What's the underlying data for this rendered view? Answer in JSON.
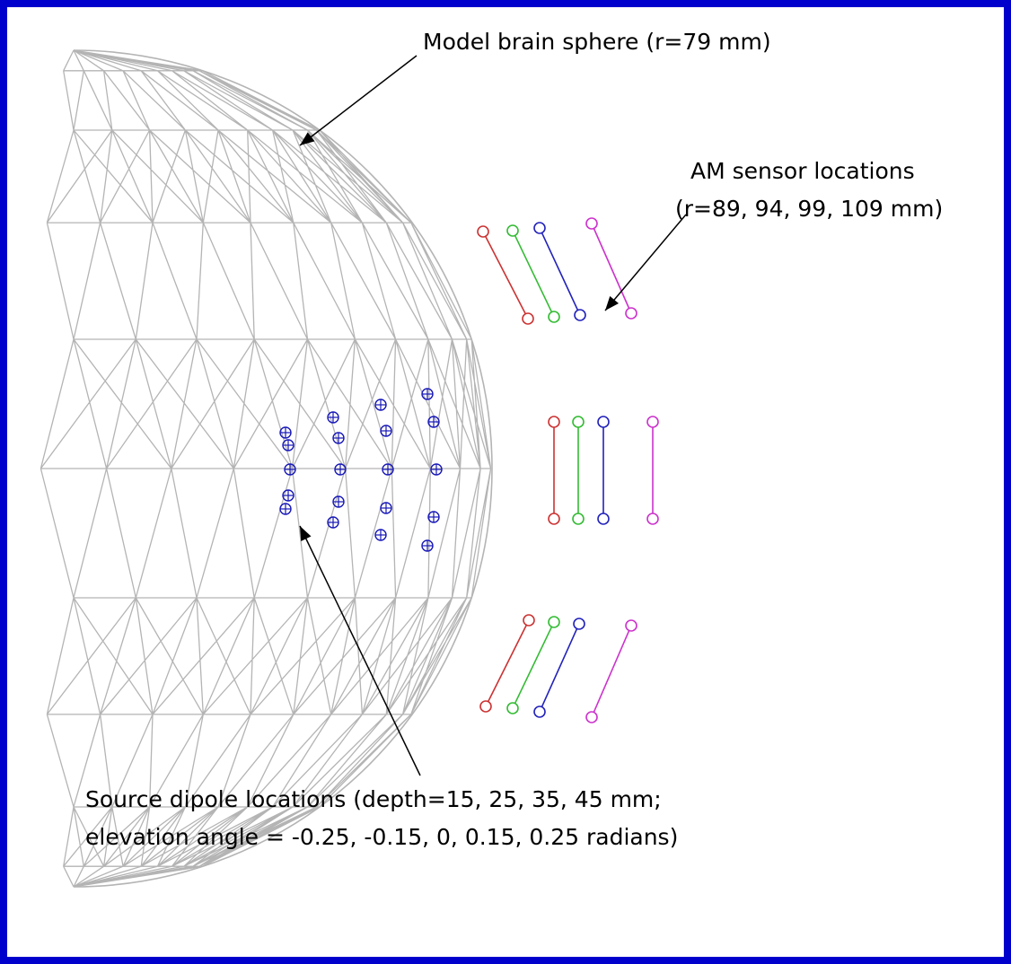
{
  "colors": {
    "frame": "#0000cc",
    "background": "#ffffff",
    "mesh": "#b4b4b4",
    "dipole": "#1818b8",
    "sensor_sets": [
      "#cc3333",
      "#33bb33",
      "#2222bb",
      "#cc33cc"
    ],
    "arrow": "#000000"
  },
  "labels": {
    "brain": "Model brain sphere (r=79 mm)",
    "sensor_line1": "AM sensor locations",
    "sensor_line2": "(r=89, 94, 99, 109 mm)",
    "source_line1": "Source dipole locations (depth=15, 25, 35, 45 mm;",
    "source_line2": "elevation angle = -0.25, -0.15, 0, 0.15, 0.25 radians)"
  },
  "icons": {
    "brain_mesh": "wireframe-hemisphere-icon",
    "dipole": "circle-cross-icon",
    "sensor_end": "small-circle-icon"
  }
}
